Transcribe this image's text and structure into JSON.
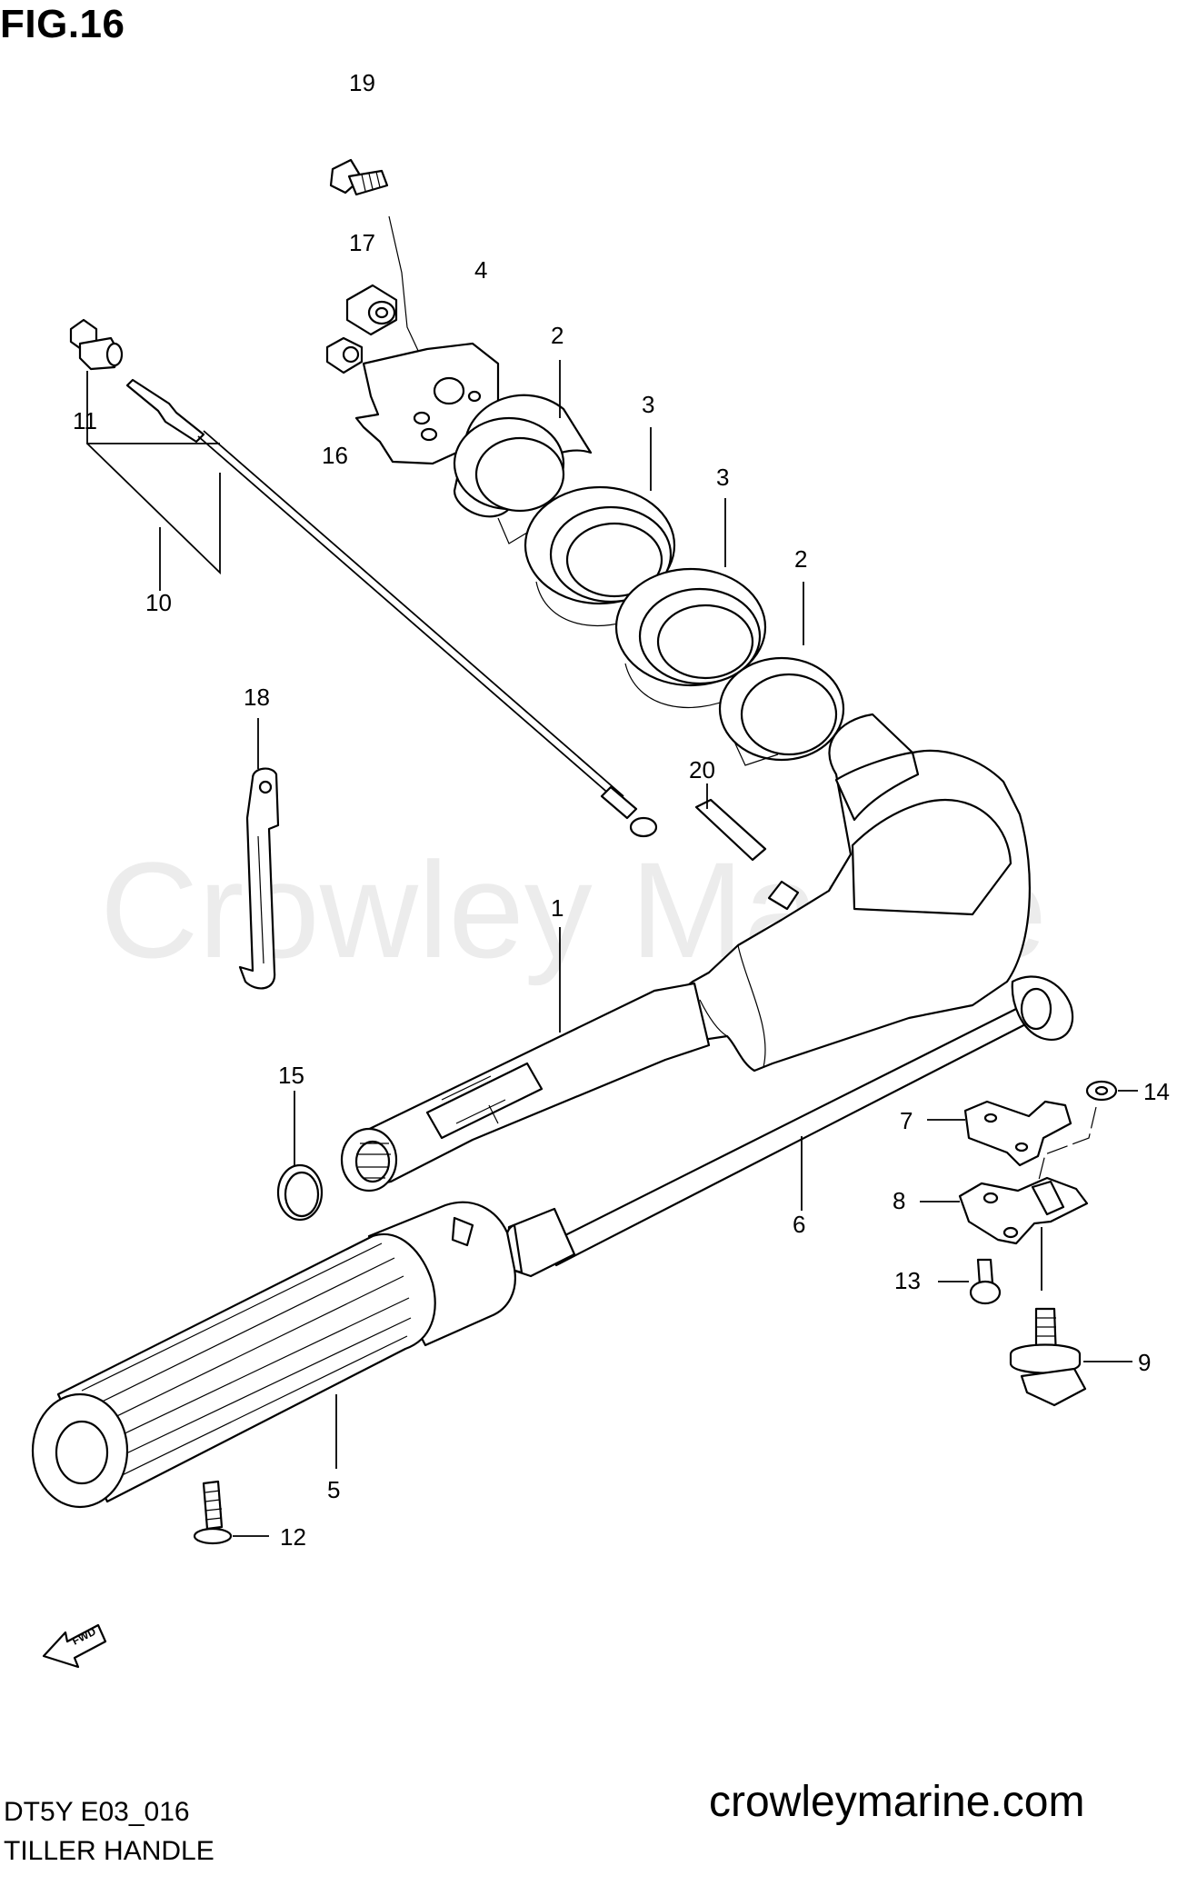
{
  "figure": {
    "title": "FIG.16",
    "code": "DT5Y E03_016",
    "name": "TILLER HANDLE",
    "website": "crowleymarine.com",
    "watermark": "Crowley Marine",
    "fwd_label": "FWD"
  },
  "callouts": {
    "p1": "1",
    "p2a": "2",
    "p2b": "2",
    "p3a": "3",
    "p3b": "3",
    "p4": "4",
    "p5": "5",
    "p6": "6",
    "p7": "7",
    "p8": "8",
    "p9": "9",
    "p10": "10",
    "p11": "11",
    "p12": "12",
    "p13": "13",
    "p14": "14",
    "p15": "15",
    "p16": "16",
    "p17": "17",
    "p18": "18",
    "p19": "19",
    "p20": "20"
  }
}
